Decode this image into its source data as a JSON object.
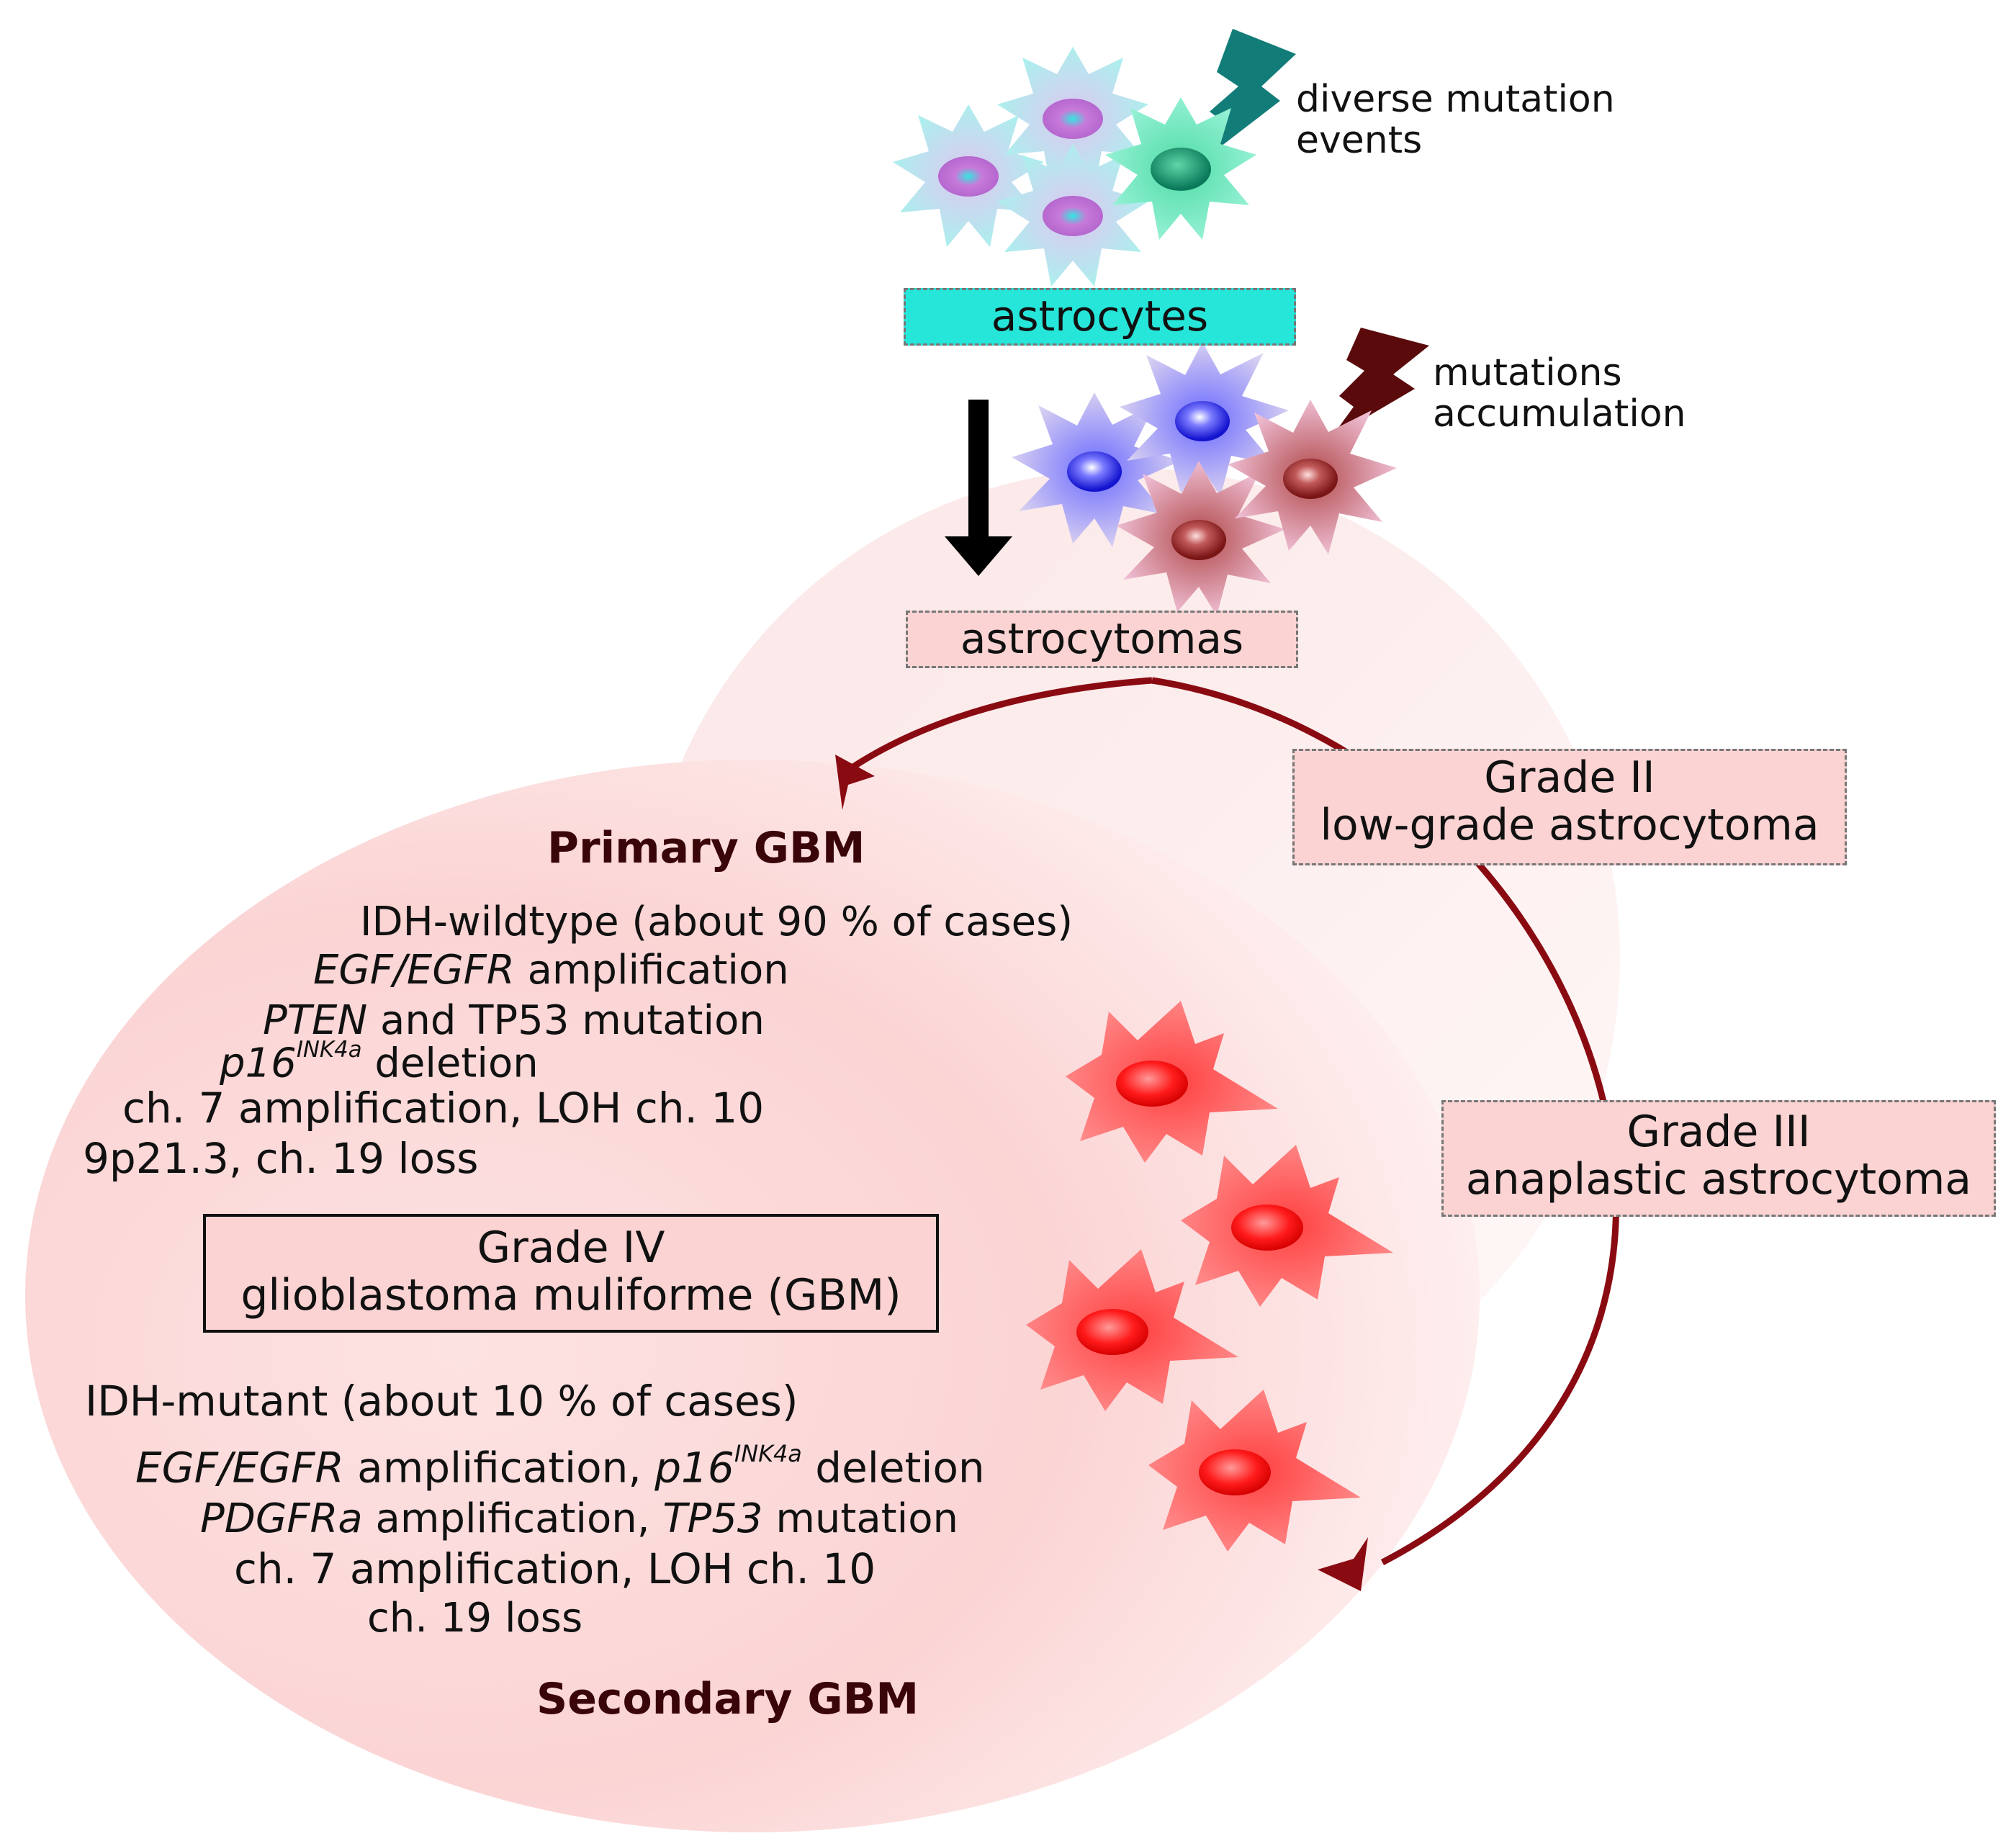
{
  "top": {
    "event_label_line1": "diverse mutation",
    "event_label_line2": "events",
    "cells_label": "astrocytes"
  },
  "middle": {
    "accum_label_line1": "mutations",
    "accum_label_line2": "accumulation",
    "tumor_label": "astrocytomas"
  },
  "grades": {
    "grade2_title": "Grade II",
    "grade2_sub": "low-grade astrocytoma",
    "grade3_title": "Grade III",
    "grade3_sub": "anaplastic astrocytoma",
    "grade4_title": "Grade IV",
    "grade4_sub": "glioblastoma muliforme (GBM)"
  },
  "primary": {
    "title": "Primary GBM",
    "line1": "IDH-wildtype (about 90 % of cases)",
    "line2_gene": "EGF/EGFR",
    "line2_rest": " amplification",
    "line3_gene": "PTEN",
    "line3_rest": " and TP53 mutation",
    "line4_gene": "p16",
    "line4_sup": "INK4a",
    "line4_rest": " deletion",
    "line5": "ch. 7 amplification, LOH ch. 10",
    "line6": "9p21.3, ch. 19 loss"
  },
  "secondary": {
    "title": "Secondary GBM",
    "line1": "IDH-mutant (about 10 % of cases)",
    "line2_gene": "EGF/EGFR",
    "line2_mid": " amplification, ",
    "line2_gene2": "p16",
    "line2_sup": "INK4a",
    "line2_rest": " deletion",
    "line3_gene": "PDGFRa",
    "line3_mid": " amplification, ",
    "line3_gene2": "TP53",
    "line3_rest": " mutation",
    "line4": "ch. 7 amplification, LOH ch. 10",
    "line5": "ch. 19 loss"
  },
  "colors": {
    "cyan_box": "#26e6da",
    "pink_box": "#fbd3d3",
    "dark_red_arrow": "#8a0a12",
    "bolt_teal": "#127d78",
    "bolt_brown": "#5a0a0a",
    "gbm_fill": "#fbd8d8",
    "tumor_red": "#ff3b3b"
  }
}
